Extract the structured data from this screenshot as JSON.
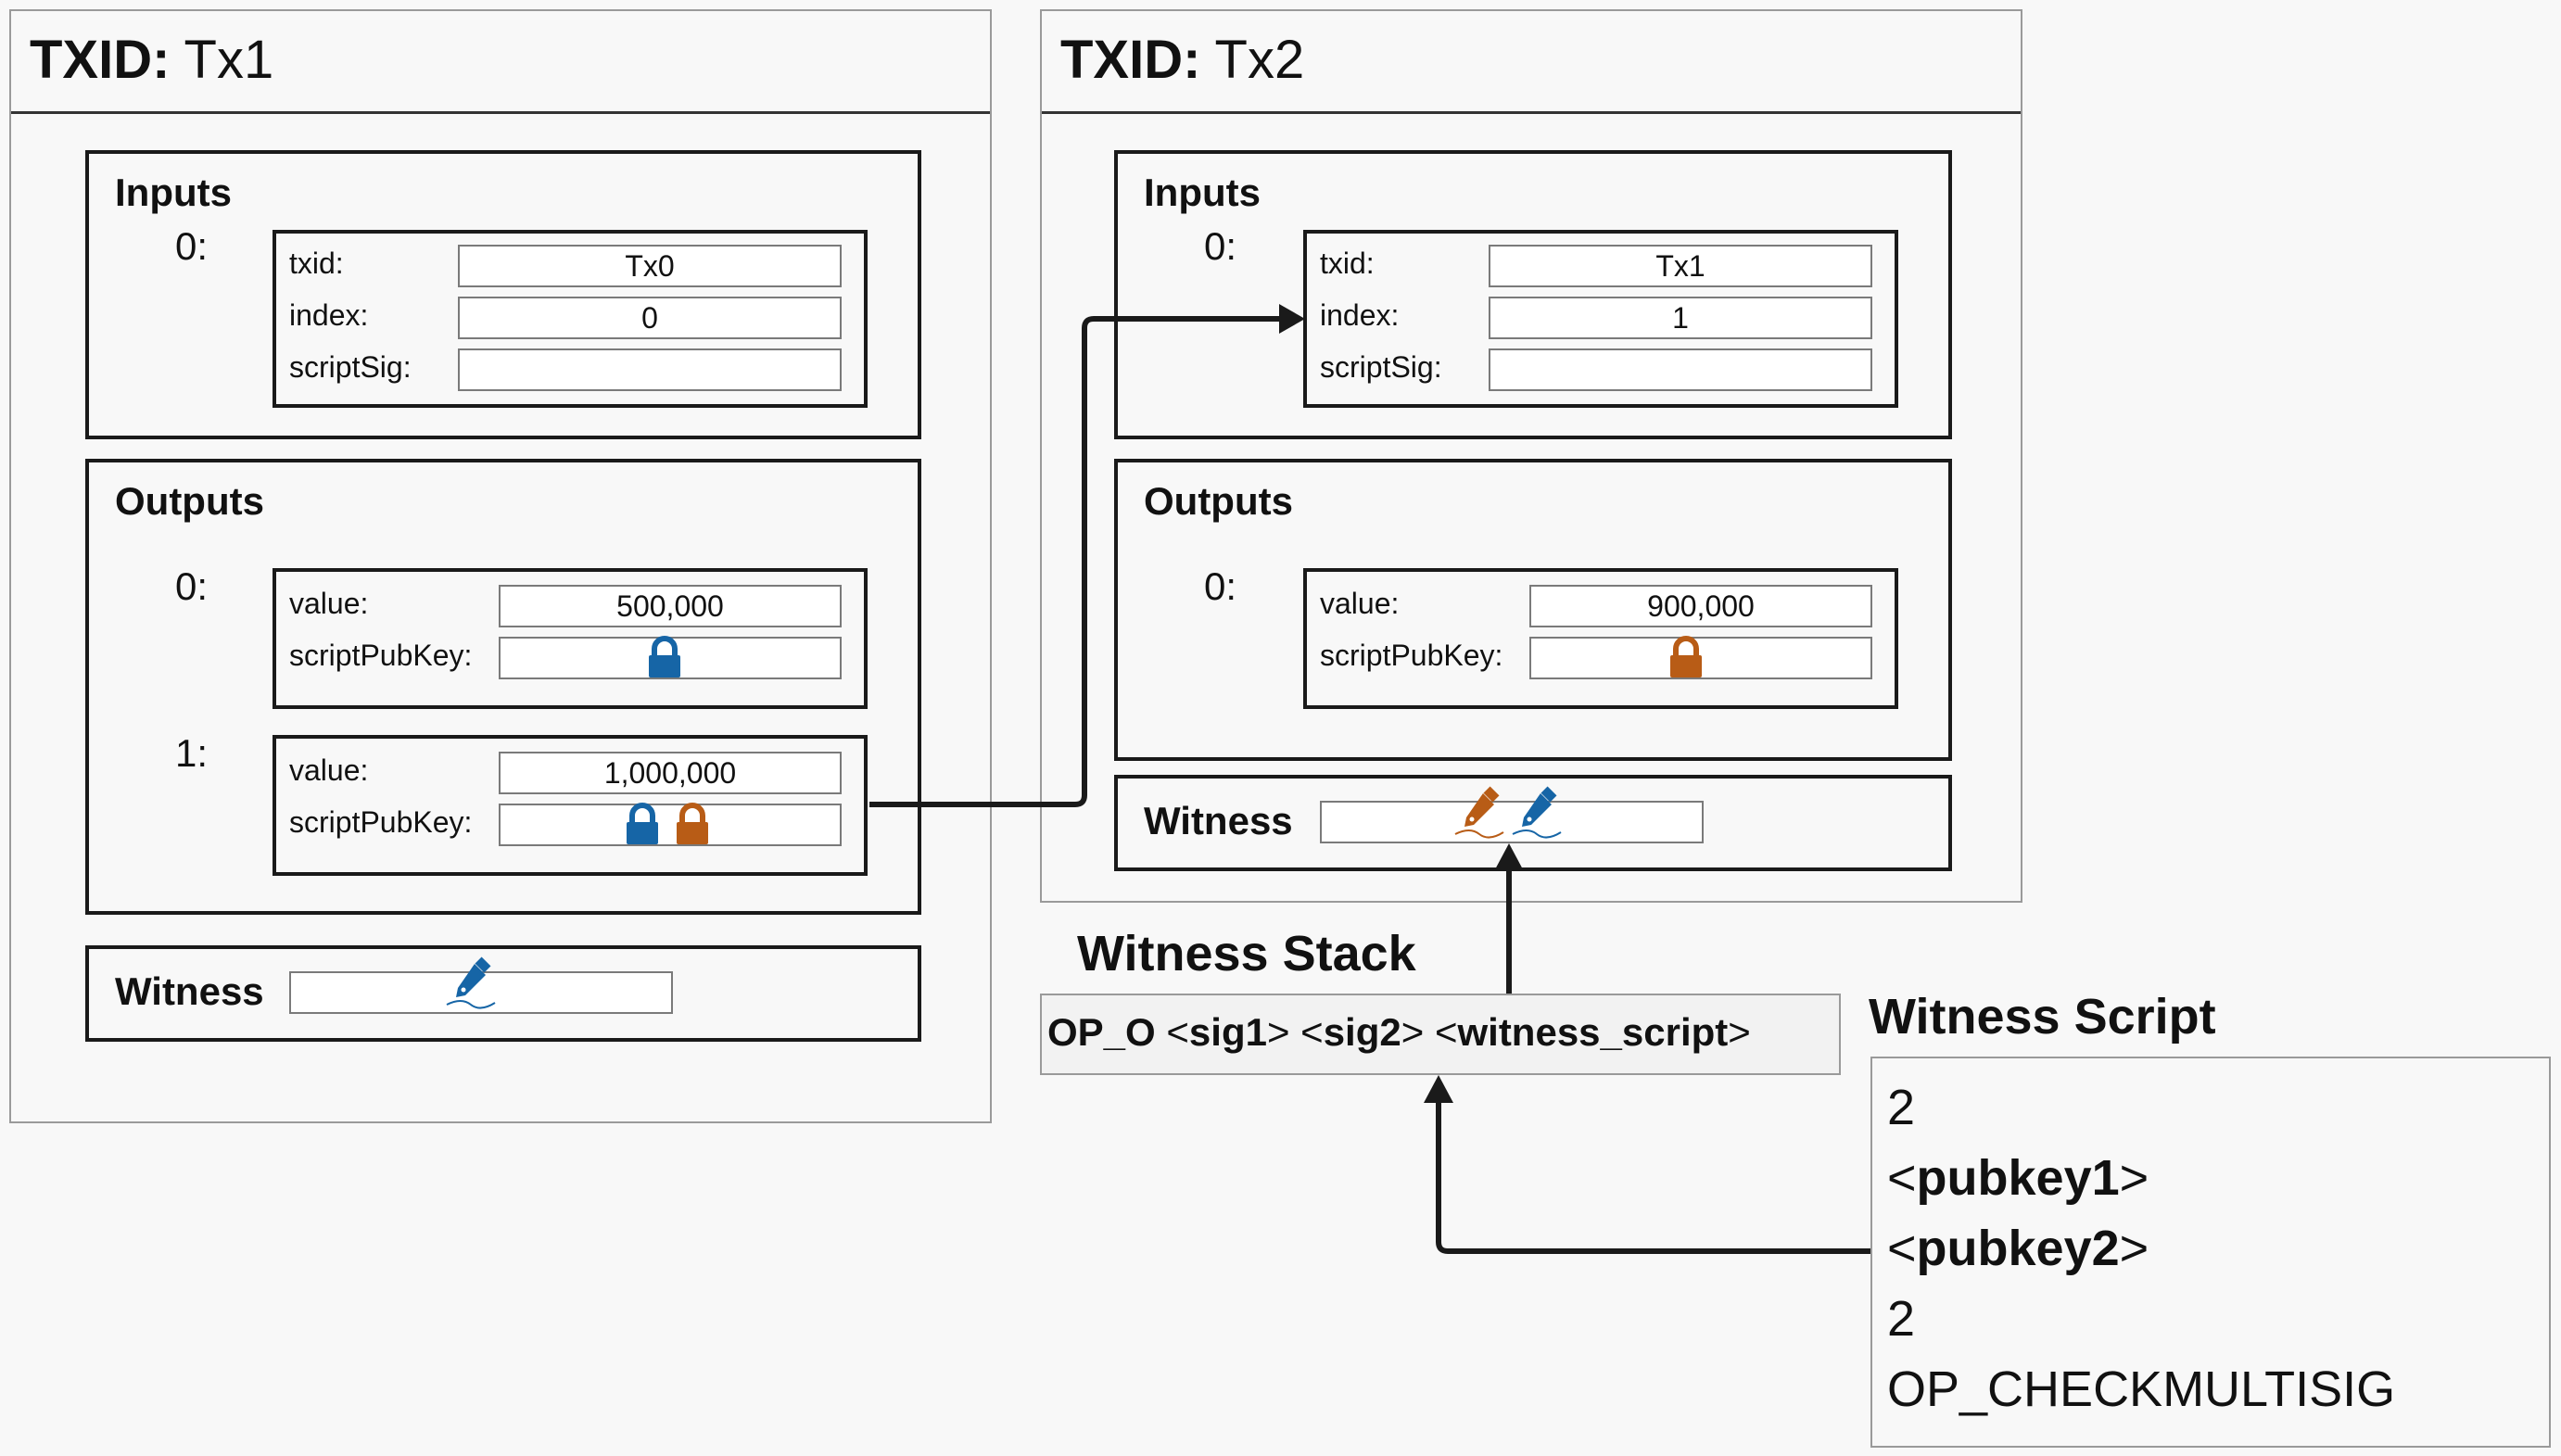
{
  "tx1": {
    "title_key": "TXID:",
    "title_val": "Tx1",
    "inputs_title": "Inputs",
    "inputs": [
      {
        "index": "0:",
        "txid_label": "txid:",
        "txid": "Tx0",
        "index_label": "index:",
        "index_value": "0",
        "scriptsig_label": "scriptSig:",
        "scriptsig": ""
      }
    ],
    "outputs_title": "Outputs",
    "outputs": [
      {
        "index": "0:",
        "value_label": "value:",
        "value": "500,000",
        "spk_label": "scriptPubKey:",
        "locks": [
          "blue-lock-icon"
        ]
      },
      {
        "index": "1:",
        "value_label": "value:",
        "value": "1,000,000",
        "spk_label": "scriptPubKey:",
        "locks": [
          "blue-lock-icon",
          "orange-lock-icon"
        ]
      }
    ],
    "witness_title": "Witness",
    "witness_icons": [
      "blue-pen-icon"
    ]
  },
  "tx2": {
    "title_key": "TXID:",
    "title_val": "Tx2",
    "inputs_title": "Inputs",
    "inputs": [
      {
        "index": "0:",
        "txid_label": "txid:",
        "txid": "Tx1",
        "index_label": "index:",
        "index_value": "1",
        "scriptsig_label": "scriptSig:",
        "scriptsig": ""
      }
    ],
    "outputs_title": "Outputs",
    "outputs": [
      {
        "index": "0:",
        "value_label": "value:",
        "value": "900,000",
        "spk_label": "scriptPubKey:",
        "locks": [
          "orange-lock-icon"
        ]
      }
    ],
    "witness_title": "Witness",
    "witness_icons": [
      "orange-pen-icon",
      "blue-pen-icon"
    ]
  },
  "witness_stack": {
    "title": "Witness Stack",
    "parts": [
      "OP_O",
      " <",
      "sig1",
      "> <",
      "sig2",
      "> <",
      "witness_script",
      ">"
    ]
  },
  "witness_script": {
    "title": "Witness Script",
    "line1": "2",
    "pk1_open": "<",
    "pk1": "pubkey1",
    "pk1_close": ">",
    "pk2_open": "<",
    "pk2": "pubkey2",
    "pk2_close": ">",
    "line4": "2",
    "line5": "OP_CHECKMULTISIG"
  },
  "colors": {
    "blue": "#1665a6",
    "orange": "#b85c16",
    "line": "#1a1a1a"
  }
}
